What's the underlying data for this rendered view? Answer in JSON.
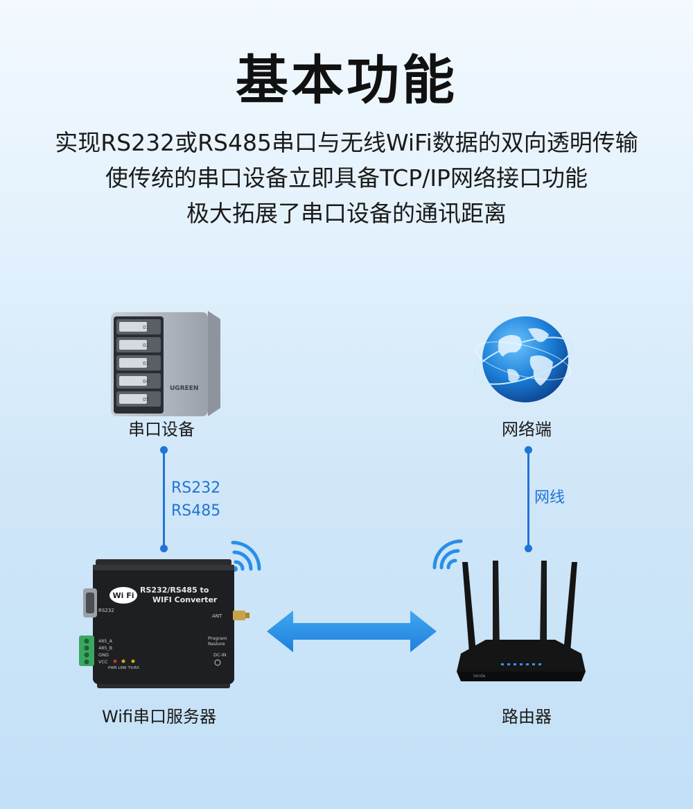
{
  "page": {
    "title": "基本功能",
    "subtitle_lines": [
      "实现RS232或RS485串口与无线WiFi数据的双向透明传输",
      "使传统的串口设备立即具备TCP/IP网络接口功能",
      "极大拓展了串口设备的通讯距离"
    ]
  },
  "nodes": {
    "serial_device": {
      "label": "串口设备",
      "brand": "UGREEN",
      "bays": [
        "01",
        "02",
        "03",
        "04",
        "05"
      ]
    },
    "network": {
      "label": "网络端"
    },
    "server": {
      "label": "Wifi串口服务器",
      "logo": "Wi Fi",
      "title_line1": "RS232/RS485 to",
      "title_line2": "WIFI Converter",
      "port_label": "RS232",
      "ant_label": "ANT",
      "terminal_labels": [
        "485_A",
        "485_B",
        "GND",
        "VCC"
      ],
      "led_labels": "PWR LINK TX/RX",
      "program_label": "Program",
      "restore_label": "Restore",
      "dcin_label": "DC-IN"
    },
    "router": {
      "label": "路由器",
      "brand": "tenda"
    }
  },
  "links": {
    "serial": {
      "line1": "RS232",
      "line2": "RS485"
    },
    "network": {
      "label": "网线"
    }
  },
  "colors": {
    "accent": "#1f74d6",
    "arrow": "#2a8ee6",
    "title": "#111111"
  }
}
